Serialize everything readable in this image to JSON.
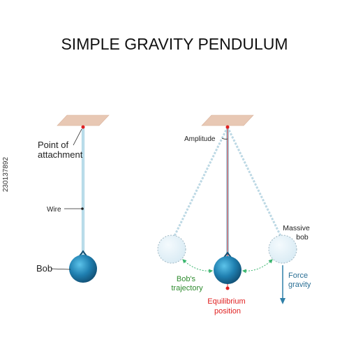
{
  "title": "SIMPLE GRAVITY PENDULUM",
  "left_diagram": {
    "point_of_attachment_line1": "Point of",
    "point_of_attachment_line2": "attachment",
    "wire_label": "Wire",
    "bob_label": "Bob"
  },
  "right_diagram": {
    "amplitude_label": "Amplitude",
    "massive_bob_line1": "Massive",
    "massive_bob_line2": "bob",
    "trajectory_line1": "Bob's",
    "trajectory_line2": "trajectory",
    "equilibrium_line1": "Equilibrium",
    "equilibrium_line2": "position",
    "force_line1": "Force",
    "force_line2": "gravity"
  },
  "stock_id": "230137892",
  "colors": {
    "support_plate": "#e8c8b4",
    "bob_blue": "#1f7fb0",
    "wire": "#a9d3e3",
    "equilibrium_red": "#e02020",
    "trajectory_green": "#3ab56e",
    "force_blue": "#2e7fa8",
    "label_green": "#2e8b2e",
    "label_blue": "#2a6f95"
  }
}
